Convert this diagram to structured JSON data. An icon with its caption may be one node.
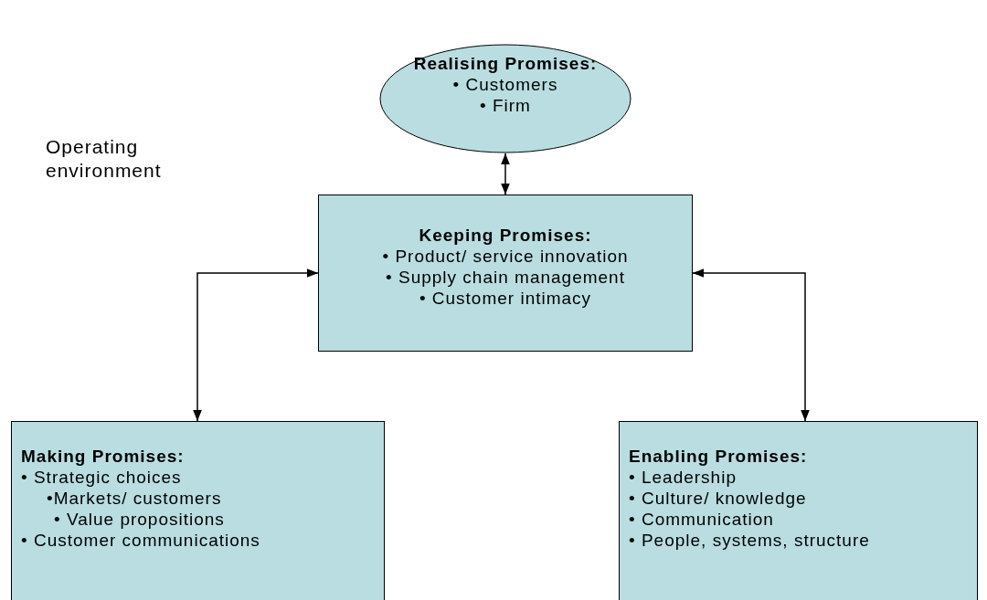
{
  "diagram": {
    "nodes": [
      {
        "text": [
          "Realising Promises:",
          "• Customers",
          "• Firm"
        ]
      },
      {
        "text": [
          "Keeping Promises:",
          "• Product/ service innovation",
          "• Supply chain management",
          "• Customer intimacy"
        ]
      },
      {
        "text": [
          "Making Promises:",
          "• Strategic choices",
          "•Markets/ customers",
          "• Value propositions",
          "• Customer communications"
        ]
      },
      {
        "text": [
          "Enabling Promises:",
          "• Leadership",
          "• Culture/ knowledge",
          "• Communication",
          "• People, systems, structure"
        ]
      }
    ],
    "edges": [
      {
        "from": 0,
        "to": 1,
        "arrow": "both"
      },
      {
        "from": 1,
        "to": 2,
        "arrow": "both"
      },
      {
        "from": 1,
        "to": 3,
        "arrow": "both"
      }
    ],
    "labels": [
      "Operating environment"
    ]
  }
}
